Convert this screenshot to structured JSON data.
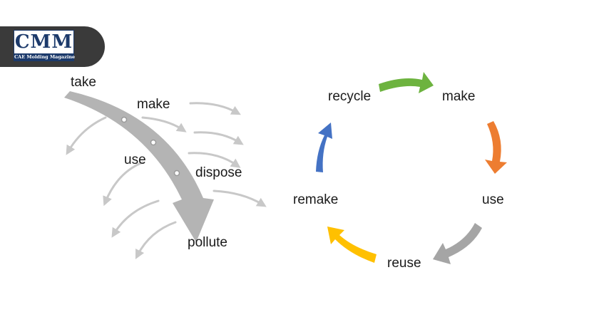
{
  "logo": {
    "name": "CMM",
    "tagline": "CAE Molding Magazine"
  },
  "linear_model": {
    "labels": [
      "take",
      "make",
      "use",
      "dispose",
      "pollute"
    ]
  },
  "circular_model": {
    "labels": [
      "recycle",
      "make",
      "use",
      "reuse",
      "remake"
    ],
    "arrow_colors": {
      "green": "#6db33f",
      "orange": "#ed7d31",
      "gray": "#a5a5a5",
      "yellow": "#ffc000",
      "blue": "#4472c4"
    }
  },
  "colors": {
    "linear_arrows": "#c8c8c8",
    "main_arrow": "#b4b4b4",
    "text": "#1a1a1a",
    "badge": "#3a3a3a",
    "brand": "#1c3a6b"
  }
}
